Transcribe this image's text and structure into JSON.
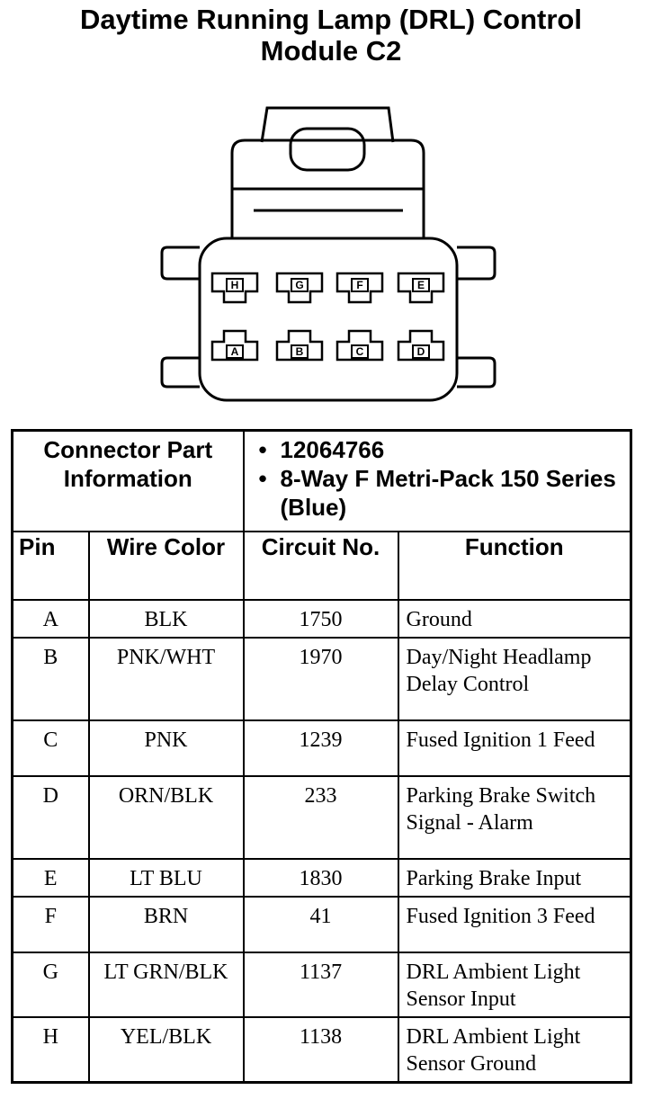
{
  "title": {
    "line1": "Daytime Running Lamp (DRL) Control",
    "line2": "Module C2"
  },
  "connector_diagram": {
    "pins_top": [
      "H",
      "G",
      "F",
      "E"
    ],
    "pins_bottom": [
      "A",
      "B",
      "C",
      "D"
    ]
  },
  "connector_info": {
    "label": "Connector Part Information",
    "items": [
      "12064766",
      "8-Way F Metri-Pack 150 Series (Blue)"
    ]
  },
  "table": {
    "headers": {
      "pin": "Pin",
      "wire_color": "Wire Color",
      "circuit": "Circuit No.",
      "function": "Function"
    },
    "rows": [
      {
        "pin": "A",
        "wire_color": "BLK",
        "circuit": "1750",
        "function": "Ground"
      },
      {
        "pin": "B",
        "wire_color": "PNK/WHT",
        "circuit": "1970",
        "function": "Day/Night Headlamp Delay Control"
      },
      {
        "pin": "C",
        "wire_color": "PNK",
        "circuit": "1239",
        "function": "Fused Ignition 1 Feed"
      },
      {
        "pin": "D",
        "wire_color": "ORN/BLK",
        "circuit": "233",
        "function": "Parking Brake Switch Signal - Alarm"
      },
      {
        "pin": "E",
        "wire_color": "LT BLU",
        "circuit": "1830",
        "function": "Parking Brake Input"
      },
      {
        "pin": "F",
        "wire_color": "BRN",
        "circuit": "41",
        "function": "Fused Ignition 3 Feed"
      },
      {
        "pin": "G",
        "wire_color": "LT GRN/BLK",
        "circuit": "1137",
        "function": "DRL Ambient Light Sensor Input"
      },
      {
        "pin": "H",
        "wire_color": "YEL/BLK",
        "circuit": "1138",
        "function": "DRL Ambient Light Sensor Ground"
      }
    ]
  }
}
